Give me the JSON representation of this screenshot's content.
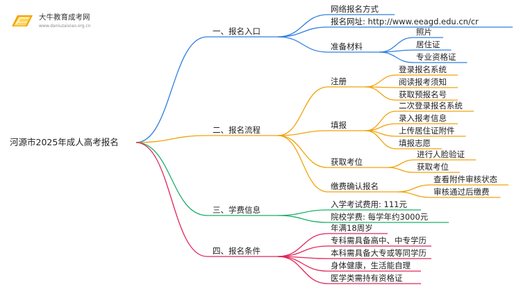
{
  "logo": {
    "title": "大牛教育成考网",
    "url": "www.daniuzaixiao.org.cn"
  },
  "colors": {
    "blue": "#2f7fe0",
    "orange": "#f2a20c",
    "green": "#1aae6a",
    "red": "#e0265a"
  },
  "root": "河源市2025年成人高考报名",
  "branches": [
    {
      "label": "一、报名入口",
      "color": "blue",
      "children": [
        {
          "label": "网络报名方式"
        },
        {
          "label": "报名网址: http://www.eeagd.edu.cn/cr"
        },
        {
          "label": "准备材料",
          "children": [
            "照片",
            "居住证",
            "专业资格证"
          ]
        }
      ]
    },
    {
      "label": "二、报名流程",
      "color": "orange",
      "children": [
        {
          "label": "注册",
          "children": [
            "登录报名系统",
            "阅读报考须知",
            "获取预报名号"
          ]
        },
        {
          "label": "填报",
          "children": [
            "二次登录报名系统",
            "录入报考信息",
            "上传居住证附件",
            "填报志愿"
          ]
        },
        {
          "label": "获取考位",
          "children": [
            "进行人脸验证",
            "获取考位"
          ]
        },
        {
          "label": "缴费确认报名",
          "children": [
            "查看附件审核状态",
            "审核通过后缴费"
          ]
        }
      ]
    },
    {
      "label": "三、学费信息",
      "color": "green",
      "children": [
        {
          "label": "入学考试费用: 111元"
        },
        {
          "label": "院校学费: 每学年约3000元"
        }
      ]
    },
    {
      "label": "四、报名条件",
      "color": "red",
      "children": [
        {
          "label": "年满18周岁"
        },
        {
          "label": "专科需具备高中、中专学历"
        },
        {
          "label": "本科需具备大专或等同学历"
        },
        {
          "label": "身体健康，生活能自理"
        },
        {
          "label": "医学类需持有资格证"
        }
      ]
    }
  ]
}
